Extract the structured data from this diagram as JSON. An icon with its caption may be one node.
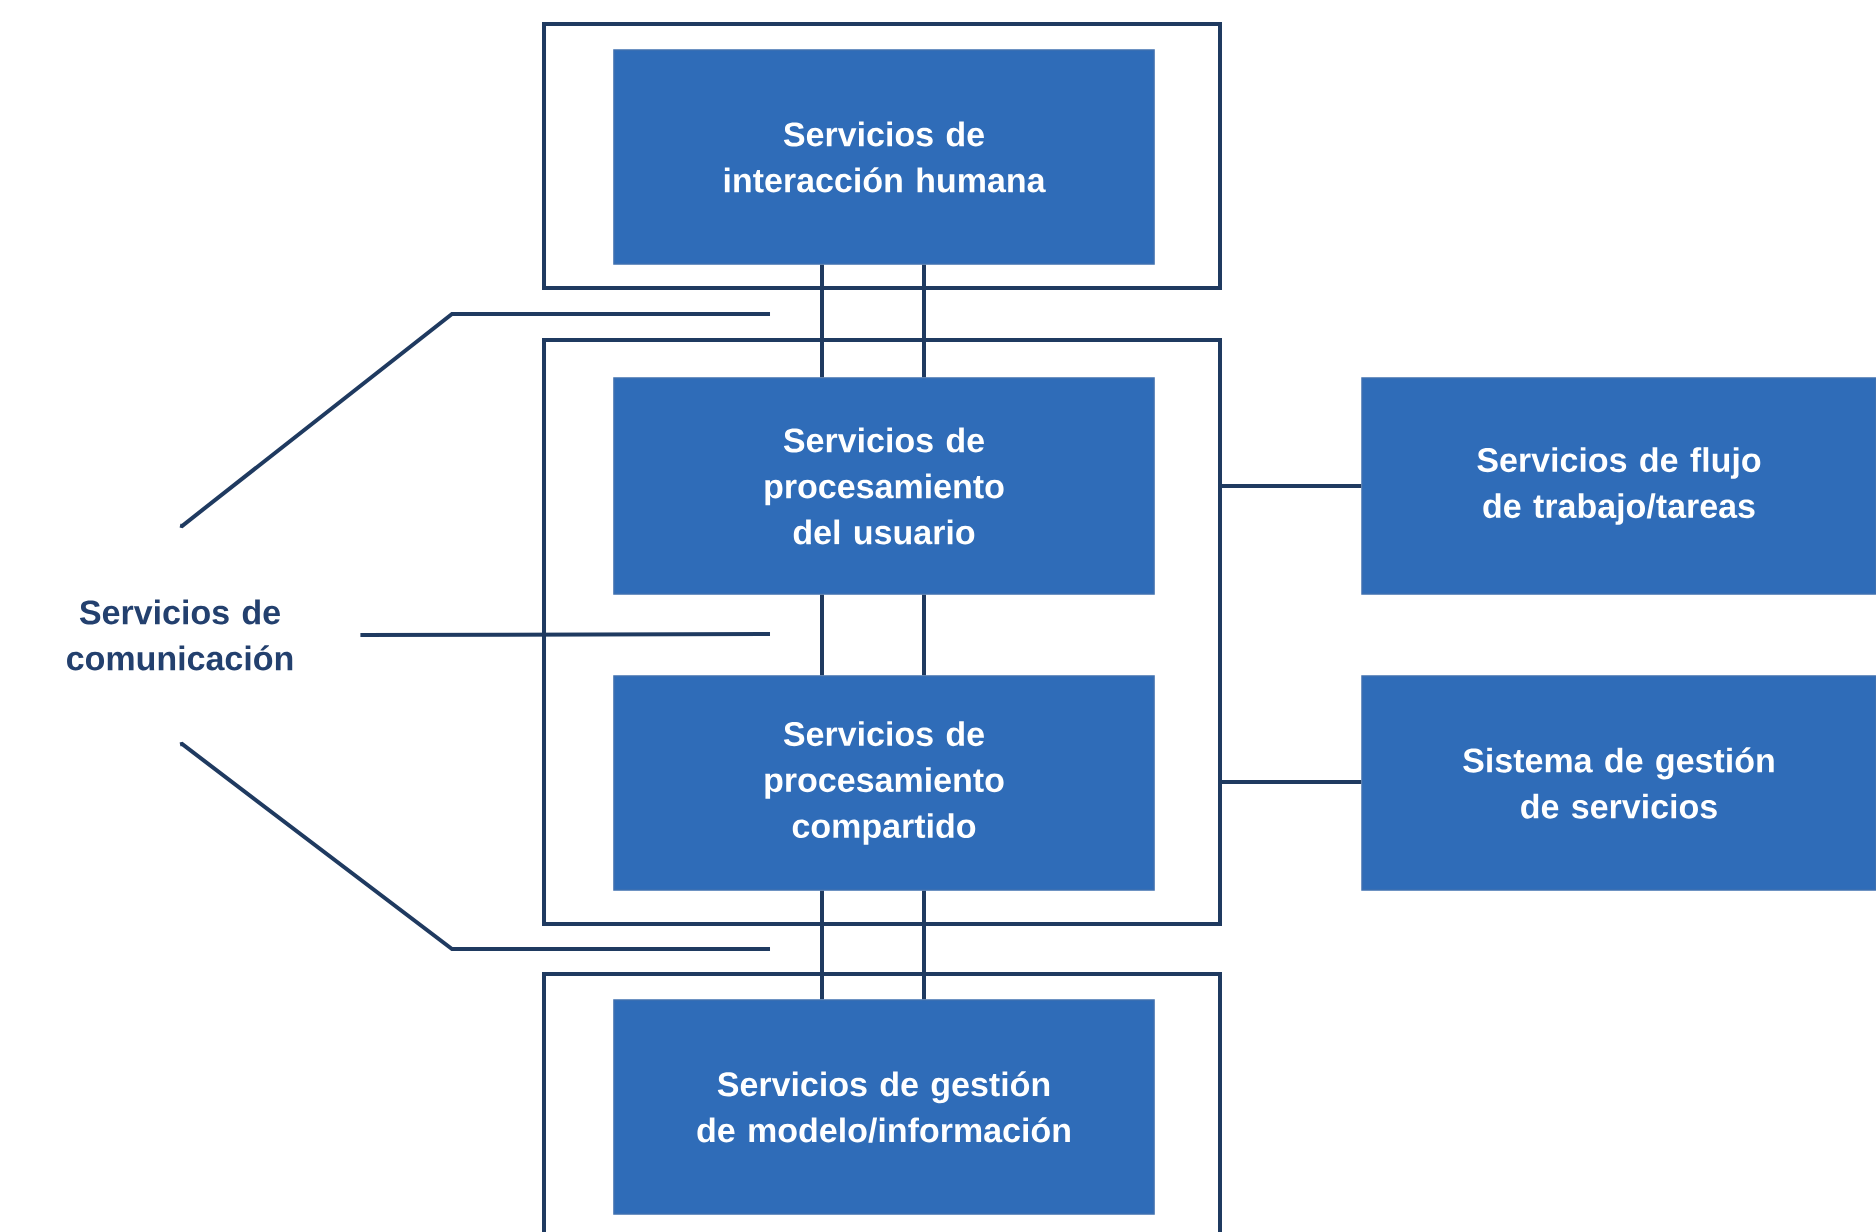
{
  "diagram": {
    "nodes": [
      {
        "text": [],
        "shape": "box"
      },
      {
        "text": [
          "Servicios de interacción humana"
        ],
        "in": 0
      },
      {
        "text": [],
        "shape": "box"
      },
      {
        "text": [
          "Servicios de procesamiento del usuario"
        ],
        "in": 2
      },
      {
        "text": [
          "Servicios de procesamiento compartido"
        ],
        "in": 2
      },
      {
        "text": [],
        "shape": "box"
      },
      {
        "text": [
          "Servicios de gestión de modelo/información"
        ],
        "in": 5
      },
      {
        "text": [
          "Servicios de flujo de trabajo/tareas"
        ]
      },
      {
        "text": [
          "Sistema de gestión de servicios"
        ]
      },
      {
        "text": [
          "Servicios de comunicación"
        ]
      }
    ],
    "edges": [
      {
        "from": 1,
        "to": 3,
        "arrow": "none"
      },
      {
        "from": 1,
        "to": 3,
        "arrow": "none"
      },
      {
        "from": 3,
        "to": 4,
        "arrow": "none"
      },
      {
        "from": 3,
        "to": 4,
        "arrow": "none"
      },
      {
        "from": 4,
        "to": 6,
        "arrow": "none"
      },
      {
        "from": 4,
        "to": 6,
        "arrow": "none"
      },
      {
        "from": 2,
        "to": 7,
        "arrow": "none"
      },
      {
        "from": 2,
        "to": 8,
        "arrow": "none"
      },
      {
        "from": 9,
        "to": null,
        "arrow": "none"
      },
      {
        "from": 9,
        "to": null,
        "arrow": "none"
      },
      {
        "from": 9,
        "to": null,
        "arrow": "none"
      }
    ]
  }
}
